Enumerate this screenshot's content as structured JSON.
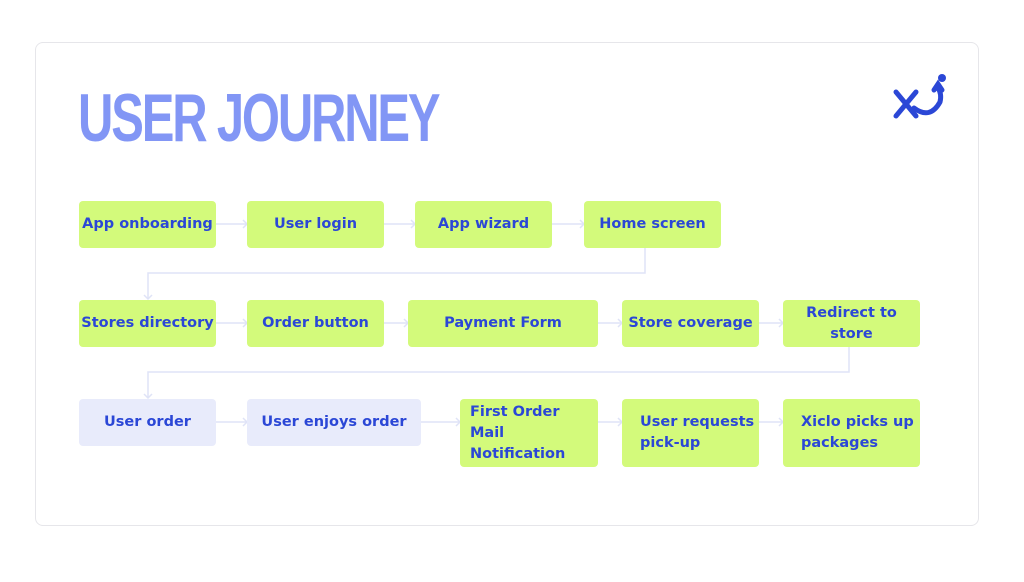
{
  "title": "USER JOURNEY",
  "logo_text": "xi",
  "colors": {
    "title": "#8296f5",
    "accent_blue": "#2b47d6",
    "node_green": "#d3fa7b",
    "node_lavender": "#e8ebfb",
    "connector": "#dfe3f7"
  },
  "flow": {
    "row1": [
      "App onboarding",
      "User login",
      "App wizard",
      "Home screen"
    ],
    "row2": [
      "Stores directory",
      "Order button",
      "Payment Form",
      "Store coverage",
      "Redirect to store"
    ],
    "row3": [
      "User order",
      "User enjoys order",
      "First Order\nMail Notification",
      "User requests\npick-up",
      "Xiclo picks up\npackages"
    ]
  }
}
